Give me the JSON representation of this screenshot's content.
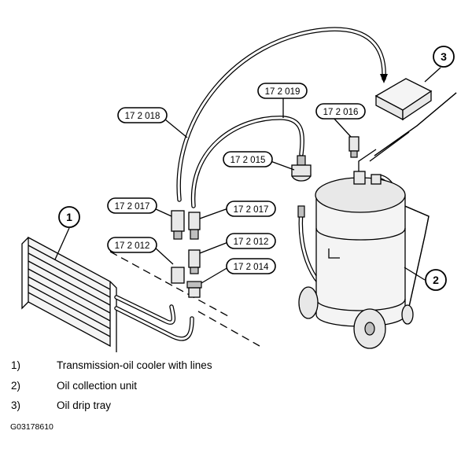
{
  "diagram": {
    "callouts": [
      "1",
      "2",
      "3"
    ],
    "tool_labels": {
      "t018": "17 2 018",
      "t019": "17 2 019",
      "t016": "17 2 016",
      "t015": "17 2 015",
      "t017a": "17 2 017",
      "t017b": "17 2 017",
      "t012a": "17 2 012",
      "t012b": "17 2 012",
      "t014": "17 2 014"
    }
  },
  "legend": [
    {
      "num": "1)",
      "text": "Transmission-oil cooler with lines"
    },
    {
      "num": "2)",
      "text": "Oil collection unit"
    },
    {
      "num": "3)",
      "text": "Oil drip tray"
    }
  ],
  "figure_id": "G03178610"
}
